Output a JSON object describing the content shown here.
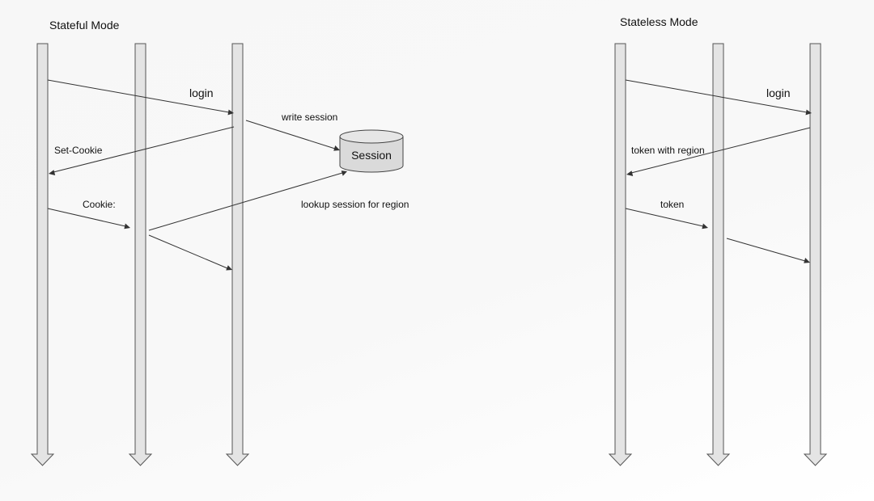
{
  "stateful": {
    "title": "Stateful Mode",
    "messages": {
      "login": "login",
      "write_session": "write session",
      "set_cookie": "Set-Cookie",
      "cookie": "Cookie:",
      "lookup": "lookup session for region"
    },
    "session_store": "Session"
  },
  "stateless": {
    "title": "Stateless Mode",
    "messages": {
      "login": "login",
      "token_with_region": "token with region",
      "token": "token"
    }
  }
}
